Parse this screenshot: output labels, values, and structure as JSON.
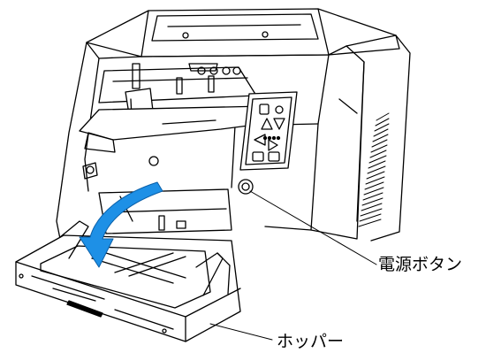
{
  "figure": {
    "subject": "scanner",
    "style": "line-art",
    "arrow_color": "#1e90e6",
    "line_color": "#000000"
  },
  "callouts": {
    "power_button": "電源ボタン",
    "hopper": "ホッパー"
  },
  "icons": {
    "operator_panel": "operator-panel-icon",
    "power_button": "power-button-icon",
    "open_arrow": "curved-arrow-icon"
  }
}
